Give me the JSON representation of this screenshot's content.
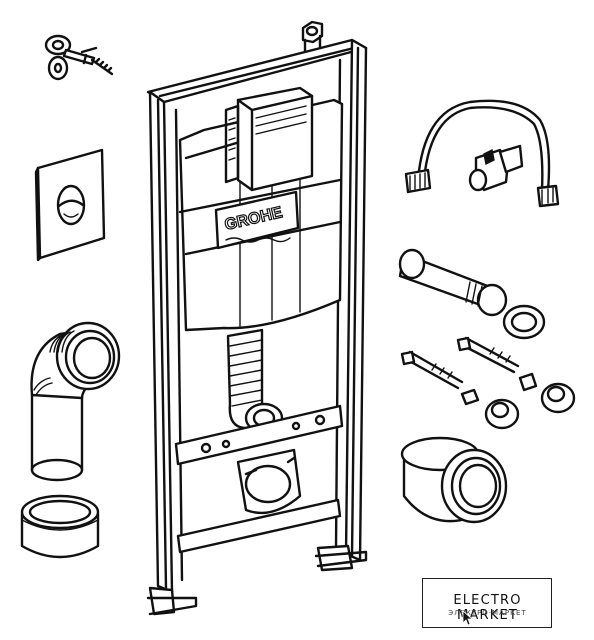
{
  "brand": {
    "logo_text": "GROHE"
  },
  "watermark": {
    "title": "ELECTRO MARKET",
    "subtitle": "ЭЛЕКТРО·МАРКЕТ"
  },
  "icons": [
    "installation-frame-icon",
    "flush-plate-icon",
    "elbow-pipe-icon",
    "flexible-hose-icon",
    "mouse-pointer-icon"
  ],
  "colors": {
    "line": "#111111",
    "background": "#ffffff"
  }
}
